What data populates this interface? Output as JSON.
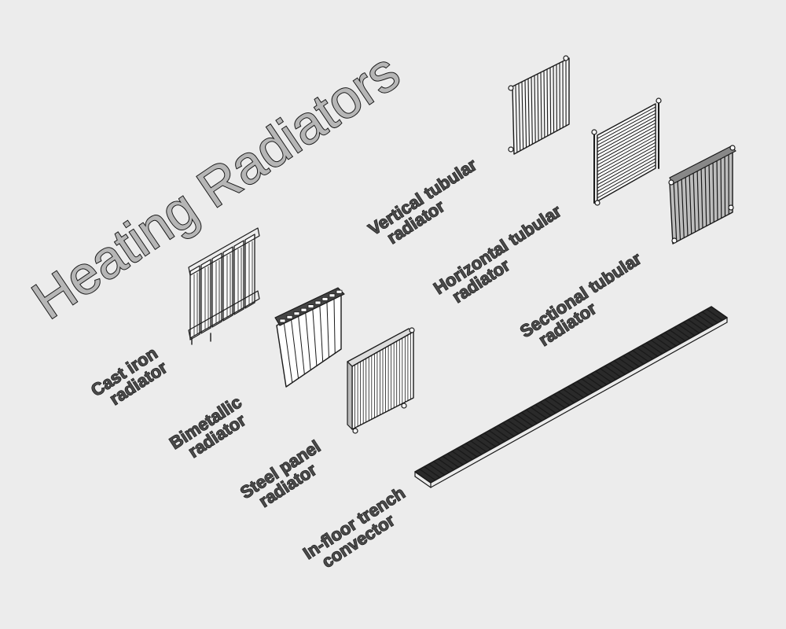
{
  "title": "Heating Radiators",
  "labels": {
    "cast_iron": [
      "Cast iron",
      "radiator"
    ],
    "bimetallic": [
      "Bimetallic",
      "radiator"
    ],
    "steel_panel": [
      "Steel panel",
      "radiator"
    ],
    "in_floor": [
      "In-floor trench",
      "convector"
    ],
    "vertical_tubular": [
      "Vertical tubular",
      "radiator"
    ],
    "horizontal_tubular": [
      "Horizontal tubular",
      "radiator"
    ],
    "sectional_tubular": [
      "Sectional tubular",
      "radiator"
    ]
  },
  "colors": {
    "background": "#ececec",
    "line": "#1a1a1a",
    "title_fill": "#b6b6b6",
    "label_fill": "#4a4a4a"
  }
}
